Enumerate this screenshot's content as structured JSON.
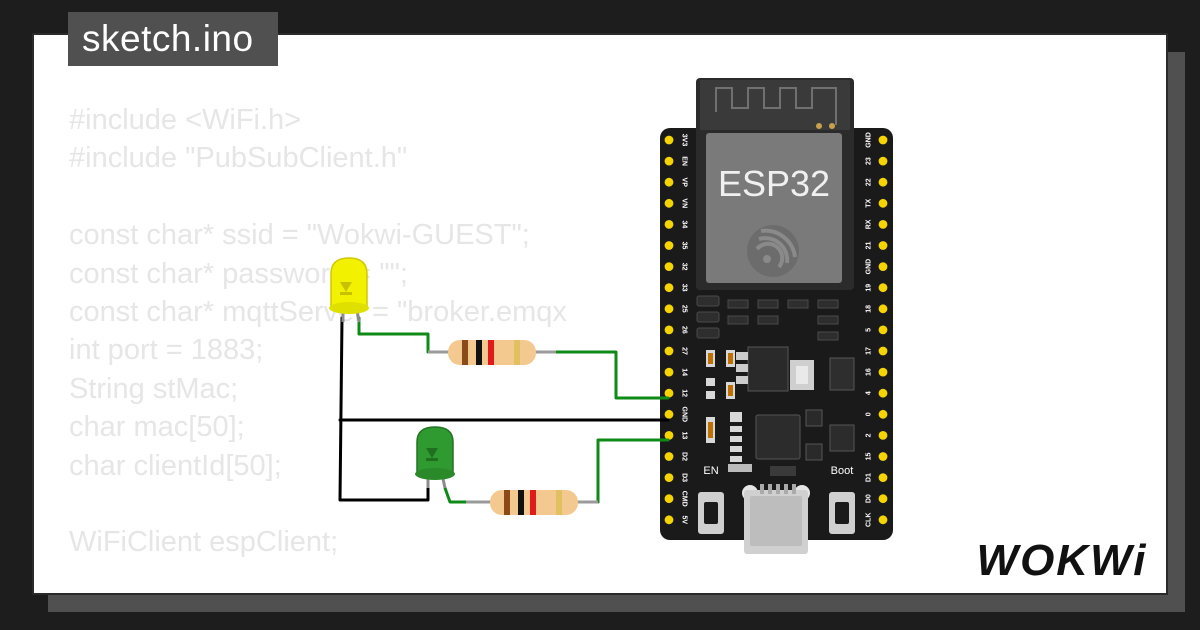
{
  "file_tab": {
    "label": "sketch.ino"
  },
  "code_lines": [
    "#include <WiFi.h>",
    "#include \"PubSubClient.h\"",
    "",
    "const char* ssid = \"Wokwi-GUEST\";",
    "const char* password = \"\";",
    "const char* mqttServer = \"broker.emqx",
    "int port = 1883;",
    "String stMac;",
    "char mac[50];",
    "char clientId[50];",
    "",
    "WiFiClient espClient;"
  ],
  "board": {
    "module_label": "ESP32",
    "left_pins": [
      "3V3",
      "EN",
      "VP",
      "VN",
      "34",
      "35",
      "32",
      "33",
      "25",
      "26",
      "27",
      "14",
      "12",
      "GND",
      "13",
      "D2",
      "D3",
      "CMD",
      "5V"
    ],
    "right_pins": [
      "GND",
      "23",
      "22",
      "TX",
      "RX",
      "21",
      "GND",
      "19",
      "18",
      "5",
      "17",
      "16",
      "4",
      "0",
      "2",
      "15",
      "D1",
      "D0",
      "CLK"
    ],
    "en_button_label": "EN",
    "boot_button_label": "Boot"
  },
  "components": {
    "led_top_color": "yellow",
    "led_bottom_color": "green",
    "resistor_count": 2
  },
  "brand": {
    "logo_text": "WOKWi"
  },
  "colors": {
    "background": "#1d1d1d",
    "card": "#ffffff",
    "tab": "#505050",
    "code_text": "#e6e6e6",
    "board": "#1a1a1a",
    "pin": "#f5d400",
    "wire_green": "#0e8a16",
    "wire_black": "#000000",
    "led_yellow": "#f2f200",
    "led_green": "#2f9a2f"
  }
}
